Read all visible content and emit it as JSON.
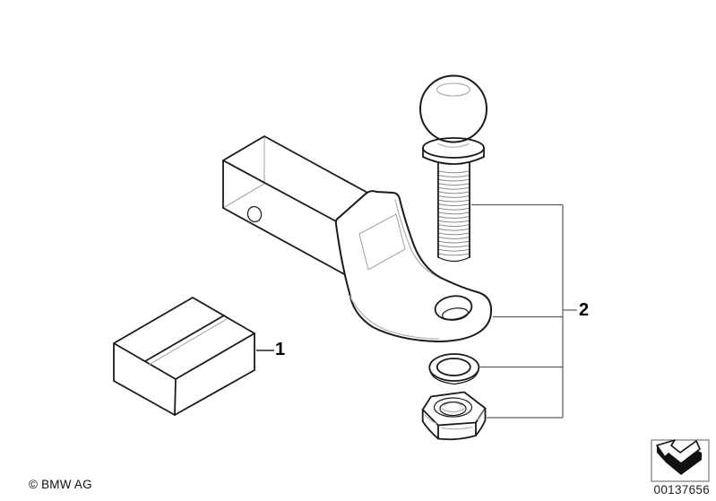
{
  "page": {
    "type": "parts-diagram",
    "background": "#ffffff"
  },
  "callouts": {
    "item1": {
      "label": "1"
    },
    "item2": {
      "label": "2"
    }
  },
  "footer": {
    "copyright": "© BMW AG",
    "document_number": "00137656"
  },
  "icons": {
    "direction_arrow": "direction-arrow-icon"
  },
  "colors": {
    "outline": "#1a1a1a",
    "soft_edge": "#a8a8a8",
    "leader_line": "#5a5a5a",
    "text": "#000000",
    "background": "#ffffff"
  }
}
